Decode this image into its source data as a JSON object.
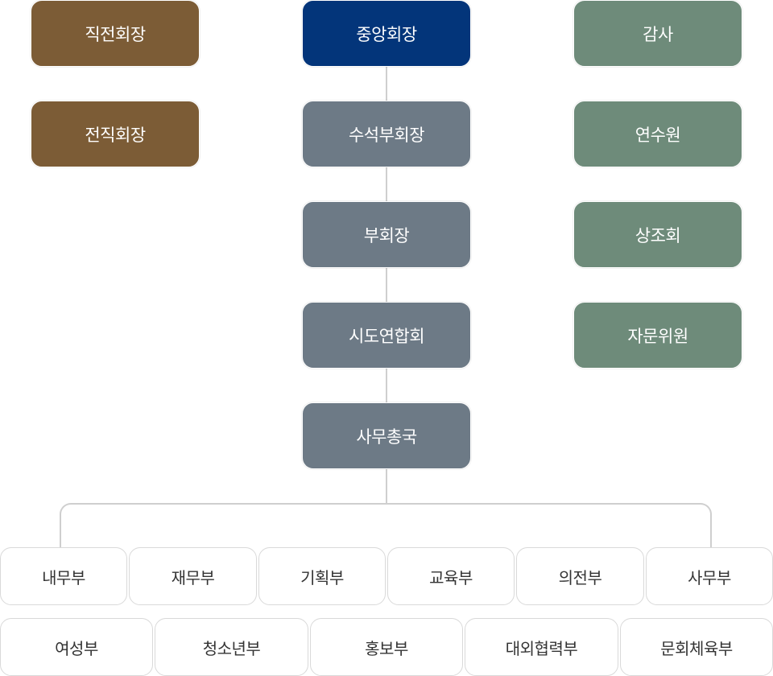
{
  "left_column": [
    "직전회장",
    "전직회장"
  ],
  "center_column": [
    "중앙회장",
    "수석부회장",
    "부회장",
    "시도연합회",
    "사무총국"
  ],
  "right_column": [
    "감사",
    "연수원",
    "상조회",
    "자문위원"
  ],
  "departments_row1": [
    "내무부",
    "재무부",
    "기획부",
    "교육부",
    "의전부",
    "사무부"
  ],
  "departments_row2": [
    "여성부",
    "청소년부",
    "홍보부",
    "대외협력부",
    "문회체육부"
  ],
  "colors": {
    "left": "#7c5c36",
    "top": "#03357a",
    "center": "#6d7a86",
    "right": "#6e8b7a",
    "connector": "#cfcfcf"
  }
}
